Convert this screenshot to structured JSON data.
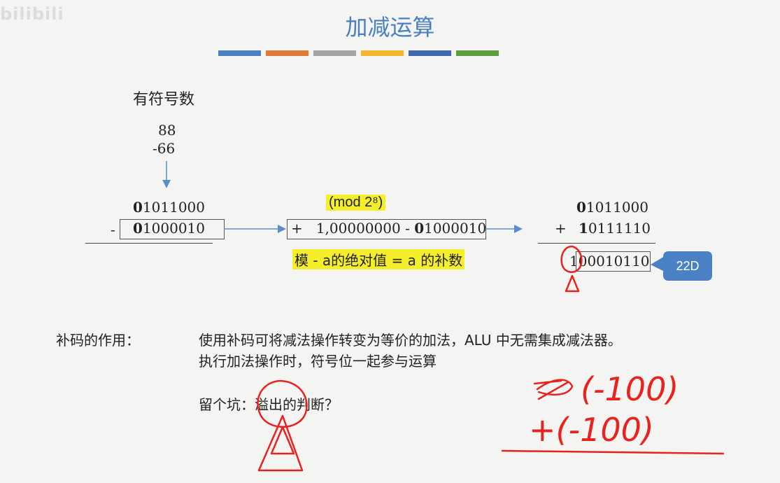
{
  "watermark": "bilibili",
  "title": "加减运算",
  "title_bar_colors": [
    "#4a7fc0",
    "#e07b39",
    "#a5a5a5",
    "#f2b92e",
    "#3f68b0",
    "#5f9e3f"
  ],
  "signed_label": "有符号数",
  "operand_a": "88",
  "operand_b": "-66",
  "left_calc": {
    "top_sign_bit": "0",
    "top_rest": "1011000",
    "minus": "-",
    "bottom_sign_bit": "0",
    "bottom_rest": "1000010"
  },
  "modulus_note": "(mod 2⁸)",
  "middle_expr": {
    "prefix": "+   1,00000000 - ",
    "sign_bit": "0",
    "rest": "1000010"
  },
  "complement_rule": "模 - a的绝对值 = a 的补数",
  "right_calc": {
    "top_sign_bit": "0",
    "top_rest": "1011000",
    "plus": "+",
    "second_sign_bit": "1",
    "second_rest": "0111110",
    "result_overflow": "1",
    "result_value": "00010110"
  },
  "callout": "22D",
  "role_label": "补码的作用：",
  "role_line1": "使用补码可将减法操作转变为等价的加法，ALU 中无需集成减法器。",
  "role_line2": "执行加法操作时，符号位一起参与运算",
  "todo_prefix": "留个坑：",
  "todo_text": "溢出的判断？",
  "handwriting": {
    "line1": "(-100)",
    "line2": "+(-100)",
    "ink_color": "#e8231f"
  }
}
